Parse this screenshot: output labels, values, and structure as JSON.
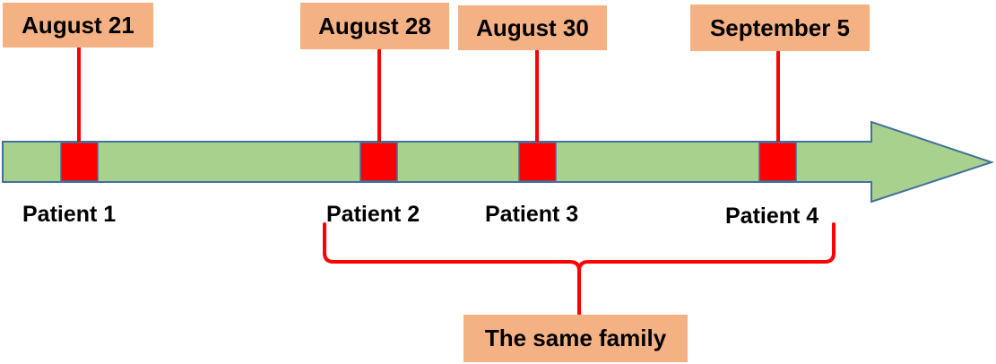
{
  "timeline": {
    "events": [
      {
        "date": "August 21",
        "patient": "Patient 1"
      },
      {
        "date": "August 28",
        "patient": "Patient 2"
      },
      {
        "date": "August 30",
        "patient": "Patient 3"
      },
      {
        "date": "September 5",
        "patient": "Patient 4"
      }
    ],
    "group_label": "The same family",
    "colors": {
      "arrow_fill": "#a9d18e",
      "arrow_stroke": "#41719c",
      "marker": "#ff0000",
      "connector": "#ff0000",
      "label_box": "#f4b183"
    }
  }
}
